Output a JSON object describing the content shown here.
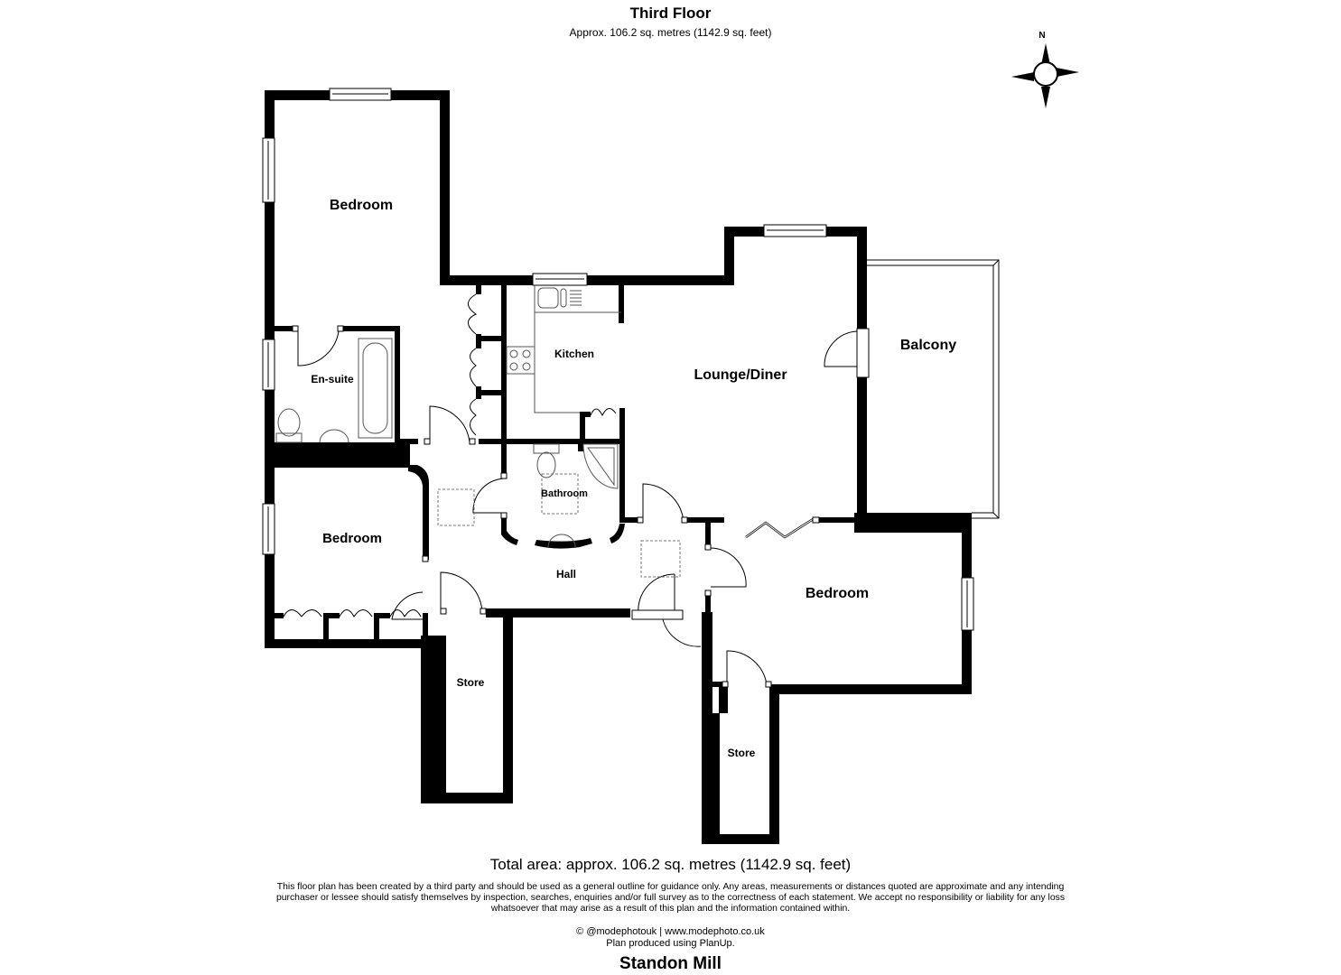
{
  "header": {
    "title": "Third Floor",
    "subtitle": "Approx. 106.2 sq. metres (1142.9 sq. feet)"
  },
  "compass": {
    "label": "N",
    "icon": "compass-rose-icon"
  },
  "rooms": {
    "bedroom_1": "Bedroom",
    "ensuite": "En-suite",
    "kitchen": "Kitchen",
    "lounge": "Lounge/Diner",
    "balcony": "Balcony",
    "bedroom_2": "Bedroom",
    "bathroom": "Bathroom",
    "hall": "Hall",
    "bedroom_3": "Bedroom",
    "store_1": "Store",
    "store_2": "Store"
  },
  "footer": {
    "total_area": "Total area: approx. 106.2 sq. metres (1142.9 sq. feet)",
    "disclaimer": "This floor plan has been created by a third party and should be used as a general outline for guidance only. Any areas, measurements or distances quoted are approximate and any intending purchaser or lessee should satisfy themselves by inspection, searches, enquiries and/or full survey as to the correctness of each statement. We accept no responsibility or liability for any loss whatsoever that may arise as a result of this plan and the information contained within.",
    "copyright": "© @modephotouk | www.modephoto.co.uk",
    "produced_by": "Plan produced using PlanUp.",
    "property_name": "Standon Mill"
  },
  "colors": {
    "wall": "#000000",
    "background": "#ffffff",
    "fixture_line": "#555555"
  }
}
